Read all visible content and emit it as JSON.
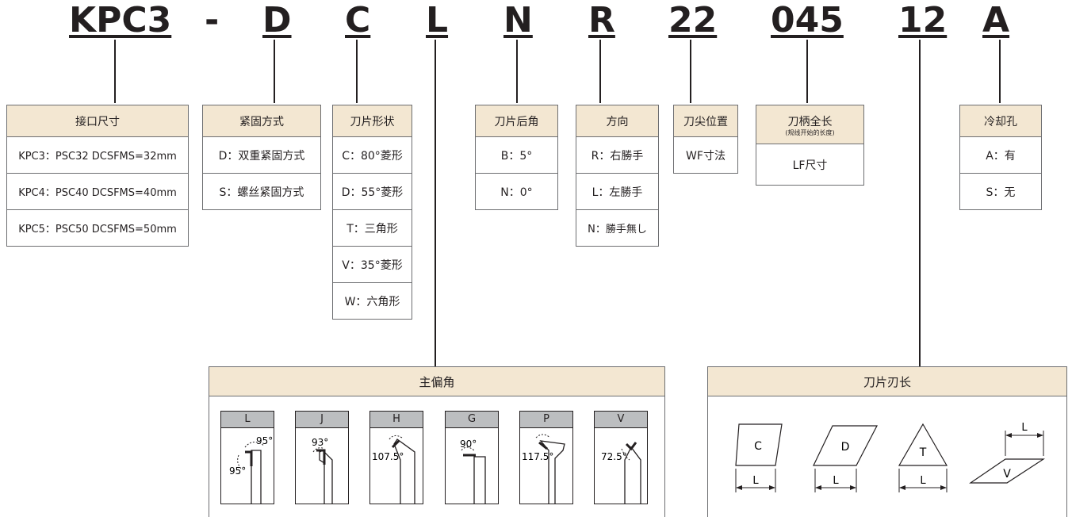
{
  "code": [
    "KPC3",
    "-",
    "D",
    "C",
    "L",
    "N",
    "R",
    "22",
    "045",
    "12",
    "A"
  ],
  "tables": {
    "interface": {
      "header": "接口尺寸",
      "rows": [
        "KPC3：PSC32 DCSFMS=32mm",
        "KPC4：PSC40 DCSFMS=40mm",
        "KPC5：PSC50 DCSFMS=50mm"
      ]
    },
    "clamping": {
      "header": "紧固方式",
      "rows": [
        "D：双重紧固方式",
        "S：螺丝紧固方式"
      ]
    },
    "insert_shape": {
      "header": "刀片形状",
      "rows": [
        "C：80°菱形",
        "D：55°菱形",
        "T：三角形",
        "V：35°菱形",
        "W：六角形"
      ]
    },
    "clearance": {
      "header": "刀片后角",
      "rows": [
        "B：5°",
        "N：0°"
      ]
    },
    "direction": {
      "header": "方向",
      "rows": [
        "R：右勝手",
        "L：左勝手",
        "N：勝手無し"
      ]
    },
    "tip_position": {
      "header": "刀尖位置",
      "rows": [
        "WF寸法"
      ]
    },
    "length": {
      "header": "刀柄全长",
      "header_sub": "(规线开始的长度)",
      "rows": [
        "LF尺寸"
      ]
    },
    "coolant": {
      "header": "冷却孔",
      "rows": [
        "A：有",
        "S：无"
      ]
    }
  },
  "lead_angle": {
    "header": "主偏角",
    "cards": [
      {
        "label": "L",
        "angles": [
          "95°",
          "95°"
        ]
      },
      {
        "label": "J",
        "angles": [
          "93°"
        ]
      },
      {
        "label": "H",
        "angles": [
          "107.5°"
        ]
      },
      {
        "label": "G",
        "angles": [
          "90°"
        ]
      },
      {
        "label": "P",
        "angles": [
          "117.5°"
        ]
      },
      {
        "label": "V",
        "angles": [
          "72.5°"
        ]
      }
    ]
  },
  "edge_length": {
    "header": "刀片刃长",
    "shapes": [
      {
        "label": "C",
        "dim": "L"
      },
      {
        "label": "D",
        "dim": "L"
      },
      {
        "label": "T",
        "dim": "L"
      },
      {
        "label": "V",
        "dim": "L"
      }
    ]
  }
}
